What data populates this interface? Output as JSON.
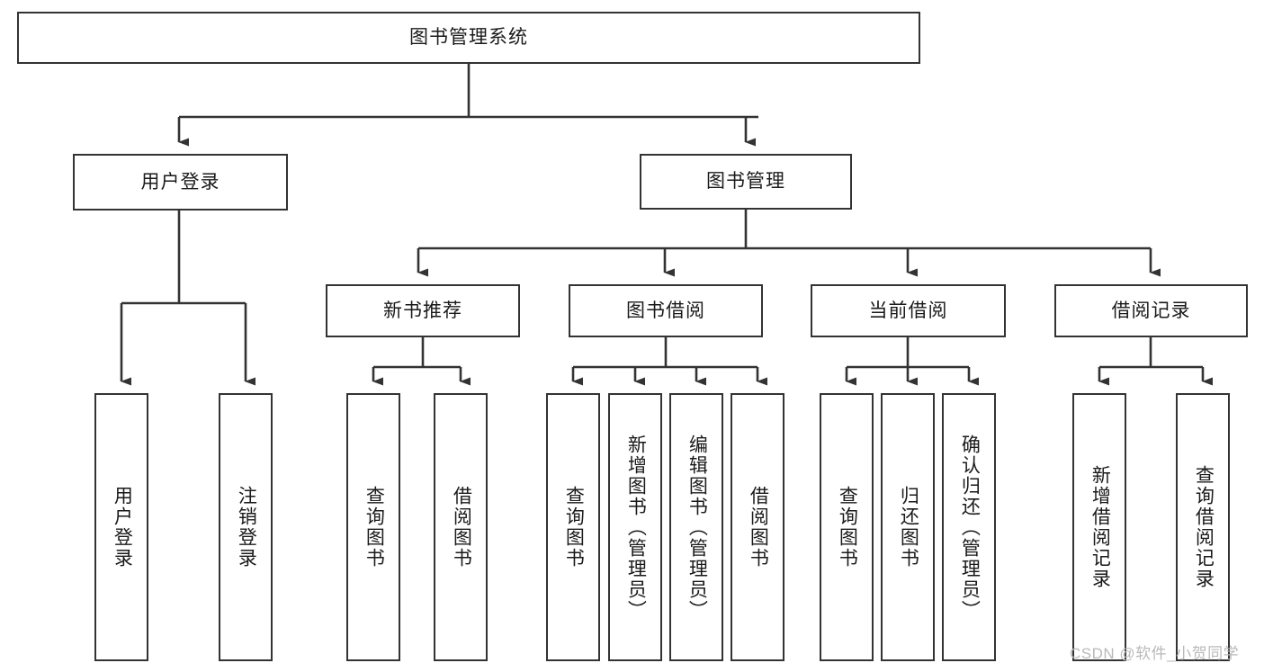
{
  "diagram": {
    "type": "tree-hierarchy",
    "title": "图书管理系统",
    "root": {
      "id": "root",
      "label": "图书管理系统"
    },
    "level1": [
      {
        "id": "user-login",
        "label": "用户登录"
      },
      {
        "id": "book-manage",
        "label": "图书管理"
      }
    ],
    "level2": [
      {
        "id": "new-book-recommend",
        "label": "新书推荐",
        "parent": "book-manage"
      },
      {
        "id": "book-borrow",
        "label": "图书借阅",
        "parent": "book-manage"
      },
      {
        "id": "current-borrow",
        "label": "当前借阅",
        "parent": "book-manage"
      },
      {
        "id": "borrow-record",
        "label": "借阅记录",
        "parent": "book-manage"
      }
    ],
    "leaves": [
      {
        "id": "leaf-user-login",
        "label": "用户登录",
        "parent": "user-login"
      },
      {
        "id": "leaf-logout-login",
        "label": "注销登录",
        "parent": "user-login"
      },
      {
        "id": "leaf-query-book-1",
        "label": "查询图书",
        "parent": "new-book-recommend"
      },
      {
        "id": "leaf-borrow-book-1",
        "label": "借阅图书",
        "parent": "new-book-recommend"
      },
      {
        "id": "leaf-query-book-2",
        "label": "查询图书",
        "parent": "book-borrow"
      },
      {
        "id": "leaf-add-book",
        "label": "新增图书（管理员）",
        "parent": "book-borrow"
      },
      {
        "id": "leaf-edit-book",
        "label": "编辑图书（管理员）",
        "parent": "book-borrow"
      },
      {
        "id": "leaf-borrow-book-2",
        "label": "借阅图书",
        "parent": "book-borrow"
      },
      {
        "id": "leaf-query-book-3",
        "label": "查询图书",
        "parent": "current-borrow"
      },
      {
        "id": "leaf-return-book",
        "label": "归还图书",
        "parent": "current-borrow"
      },
      {
        "id": "leaf-confirm-return",
        "label": "确认归还（管理员）",
        "parent": "current-borrow"
      },
      {
        "id": "leaf-add-record",
        "label": "新增借阅记录",
        "parent": "borrow-record"
      },
      {
        "id": "leaf-query-record",
        "label": "查询借阅记录",
        "parent": "borrow-record"
      }
    ],
    "watermark": "CSDN @软件_小贺同学",
    "colors": {
      "border": "#333333",
      "text": "#1a1a1a",
      "background": "#ffffff",
      "edge": "#333333",
      "watermark": "#b9b9b9"
    }
  }
}
